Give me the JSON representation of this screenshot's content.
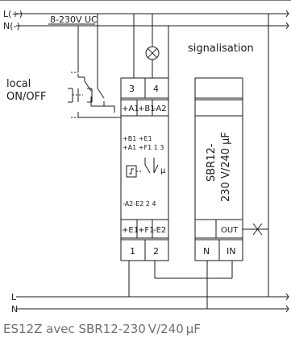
{
  "supply": {
    "line_top": "L(+)",
    "neutral_top": "N(-)",
    "voltage": "8-230V UC",
    "line_bottom": "L",
    "neutral_bottom": "N"
  },
  "lamp": {
    "label": "signalisation",
    "icon": "lamp-icon"
  },
  "local_switch": {
    "label_line1": "local",
    "label_line2": "ON/OFF",
    "icon": "pushbutton-icon"
  },
  "es12z": {
    "top_terminals": [
      "3",
      "4"
    ],
    "control_terminals": [
      "+A1",
      "+B1",
      "-A2"
    ],
    "inner_row1": "+B1 +E1",
    "inner_row2": "+A1 +F1 1  3",
    "inner_row3": "-A2-E2  2  4",
    "mu_symbol": "μ",
    "bottom_terminals": [
      "+E1",
      "+F1",
      "-E2"
    ],
    "output_terminals": [
      "1",
      "2"
    ]
  },
  "sbr12": {
    "label_line1": "SBR12-",
    "label_line2": "230 V/240 μF",
    "out_label": "OUT",
    "terminals": [
      "N",
      "IN"
    ]
  },
  "caption": "ES12Z avec SBR12-230 V/240 μF",
  "colors": {
    "line": "#1a1a1a",
    "caption": "#6f6f6f",
    "background": "#ffffff"
  }
}
